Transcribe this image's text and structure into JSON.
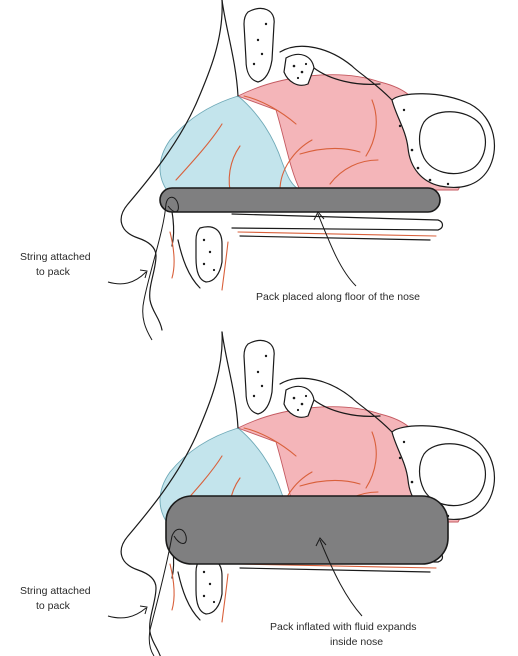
{
  "colors": {
    "background": "#ffffff",
    "sinus_pink": "#f4b5b9",
    "vestibule_blue": "#c3e4ec",
    "pack_gray": "#7f7f80",
    "vessel_red": "#d9603b",
    "outline": "#1a1a1a"
  },
  "panels": [
    {
      "string_label": [
        "String attached",
        "to pack"
      ],
      "pack_label": [
        "Pack placed along floor of the nose"
      ]
    },
    {
      "string_label": [
        "String attached",
        "to pack"
      ],
      "pack_label": [
        "Pack inflated with fluid expands",
        "inside nose"
      ]
    }
  ]
}
